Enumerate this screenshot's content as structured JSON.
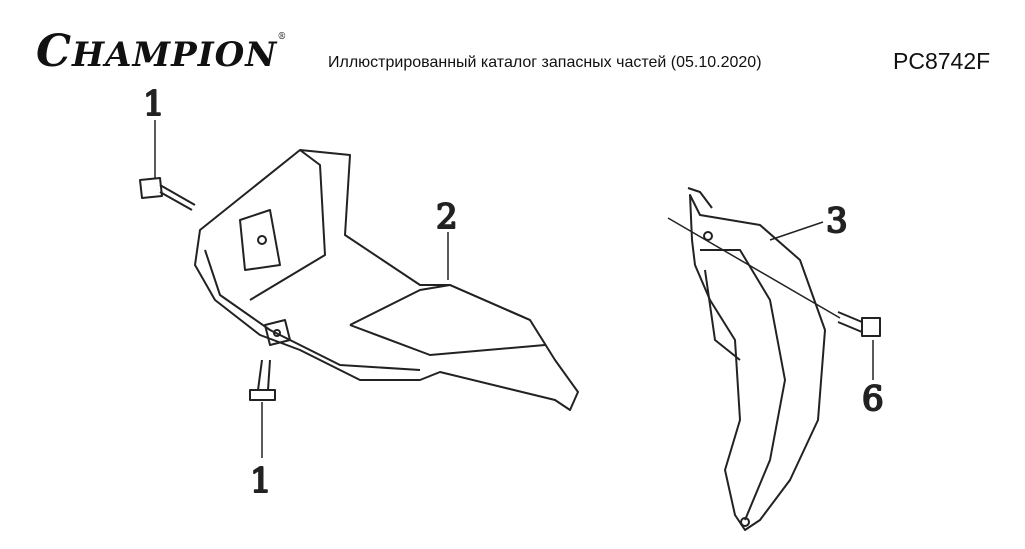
{
  "header": {
    "brand": "CHAMPION",
    "brand_mark": "®",
    "catalog_title": "Иллюстрированный каталог запасных частей (05.10.2020)",
    "model": "PC8742F"
  },
  "callouts": [
    {
      "label": "1"
    },
    {
      "label": "2"
    },
    {
      "label": "1"
    },
    {
      "label": "3"
    },
    {
      "label": "6"
    }
  ]
}
